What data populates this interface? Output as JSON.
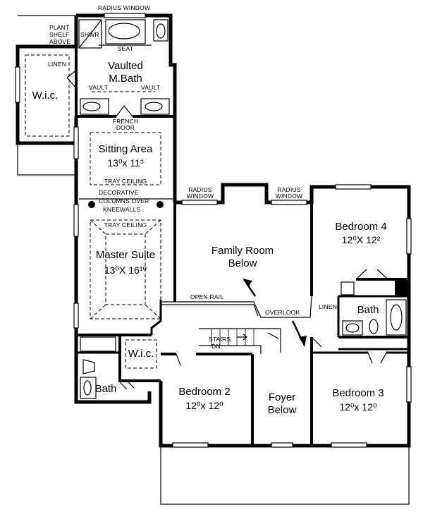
{
  "rooms": {
    "vaulted_mbath": {
      "line1": "Vaulted",
      "line2": "M.Bath"
    },
    "wic_master": {
      "label": "W.i.c."
    },
    "sitting_area": {
      "label": "Sitting Area",
      "dim": "13⁰x 11³"
    },
    "master_suite": {
      "label": "Master Suite",
      "dim": "13⁰X 16¹⁰"
    },
    "family_room": {
      "line1": "Family Room",
      "line2": "Below"
    },
    "bedroom4": {
      "label": "Bedroom 4",
      "dim": "12⁰X 12²"
    },
    "bath_upper": {
      "label": "Bath"
    },
    "wic_small": {
      "label": "W.i.c."
    },
    "bath_lower": {
      "label": "Bath"
    },
    "bedroom2": {
      "label": "Bedroom 2",
      "dim": "12⁰x 12⁰"
    },
    "foyer": {
      "line1": "Foyer",
      "line2": "Below"
    },
    "bedroom3": {
      "label": "Bedroom 3",
      "dim": "12⁰x 12⁰"
    }
  },
  "notes": {
    "radius_window_top": "RADIUS WINDOW",
    "plant_shelf": [
      "PLANT",
      "SHELF",
      "ABOVE"
    ],
    "shwr": "SHWR",
    "seat": "SEAT",
    "linen_master": "LINEN",
    "vault_left": "VAULT",
    "vault_right": "VAULT",
    "french_door": [
      "FRENCH",
      "DOOR"
    ],
    "tray_ceiling_1": "TRAY CEILING",
    "decorative_columns": [
      "DECORATIVE",
      "COLUMNS OVER",
      "KNEEWALLS"
    ],
    "tray_ceiling_2": "TRAY CEILING",
    "radius_window_left": [
      "RADIUS",
      "WINDOW"
    ],
    "radius_window_right": [
      "RADIUS",
      "WINDOW"
    ],
    "open_rail": "OPEN RAIL",
    "overlook": "OVERLOOK",
    "linen_hall": "LINEN",
    "stairs": [
      "STAIRS",
      "DN."
    ]
  }
}
